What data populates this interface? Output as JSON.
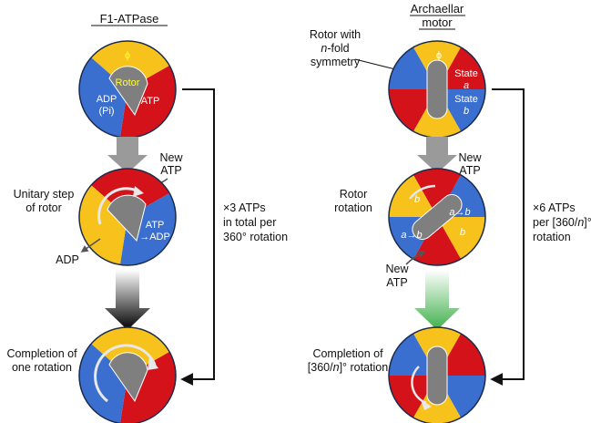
{
  "colors": {
    "red": "#d4121a",
    "blue": "#3a6fd0",
    "yellow": "#f7c21b",
    "rotor": "#7f7f7f",
    "outline": "#1a2a4a",
    "arrow_gray": "#9a9a9a",
    "green": "#3fb04a"
  },
  "left": {
    "title": "F1-ATPase",
    "top_disc": {
      "phi": "ϕ",
      "rotor": "Rotor",
      "adp1": "ADP",
      "adp2": "(Pi)",
      "atp": "ATP"
    },
    "new_atp1": "New",
    "new_atp2": "ATP",
    "unitary1": "Unitary step",
    "unitary2": "of rotor",
    "atp_adp1": "ATP",
    "atp_adp2": "→ADP",
    "adp": "ADP",
    "completion1": "Completion of",
    "completion2": "one rotation",
    "bracket1": "×3 ATPs",
    "bracket2": "in total per",
    "bracket3": "360° rotation"
  },
  "right": {
    "title1": "Archaellar",
    "title2": "motor",
    "rotor1": "Rotor with",
    "rotor2a": "n",
    "rotor2b": "-fold",
    "rotor3": "symmetry",
    "phi": "ϕ",
    "state_a1": "State",
    "state_a2": "a",
    "state_b1": "State",
    "state_b2": "b",
    "new_atp_top1": "New",
    "new_atp_top2": "ATP",
    "rotation1": "Rotor",
    "rotation2": "rotation",
    "ab": "a→b",
    "b": "b",
    "a": "a",
    "new_atp_bot1": "New",
    "new_atp_bot2": "ATP",
    "completion1": "Completion of",
    "completion2a": "[360/",
    "completion2b": "n",
    "completion2c": "]° rotation",
    "bracket1": "×6 ATPs",
    "bracket2a": "per [360/",
    "bracket2b": "n",
    "bracket2c": "]°",
    "bracket3": "rotation"
  }
}
